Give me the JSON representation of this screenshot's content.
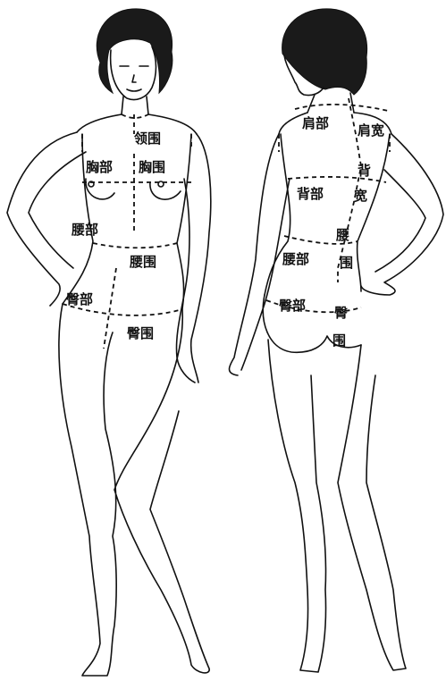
{
  "front": {
    "neck_girth": "领围",
    "chest_part": "胸部",
    "chest_girth": "胸围",
    "waist_part": "腰部",
    "waist_girth": "腰围",
    "hip_part": "臀部",
    "hip_girth": "臀围"
  },
  "back": {
    "shoulder_part": "肩部",
    "shoulder_width": "肩宽",
    "back_part": "背部",
    "back_width_top": "背",
    "back_width_bottom": "宽",
    "waist_part": "腰部",
    "waist_girth_top": "腰",
    "waist_girth_bottom": "围",
    "hip_part": "臀部",
    "hip_girth_top": "臀",
    "hip_girth_bottom": "围"
  },
  "colors": {
    "line": "#111111",
    "background": "#ffffff"
  }
}
